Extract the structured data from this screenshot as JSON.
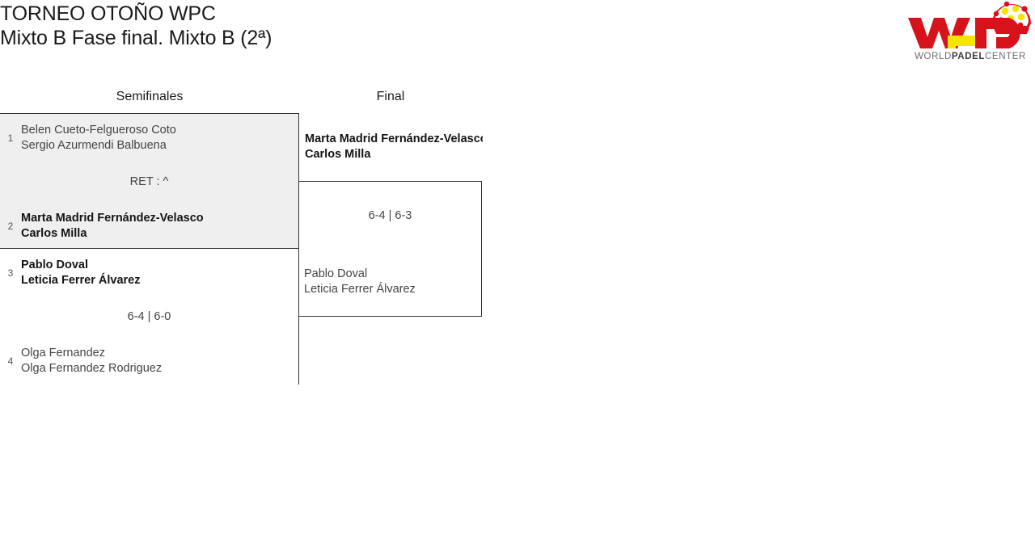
{
  "title": {
    "line1": "TORNEO OTOÑO WPC",
    "line2": "Mixto B Fase final. Mixto B (2ª)"
  },
  "logo": {
    "mark_text": "WPC",
    "wordmark_prefix": "WORLD",
    "wordmark_bold": "PADEL",
    "wordmark_suffix": "CENTER",
    "colors": {
      "red": "#d8121a",
      "yellow": "#f5e500",
      "wordmark_gray": "#6d6d6d",
      "wordmark_dark": "#3d3d3d"
    }
  },
  "rounds": [
    {
      "id": "semifinales",
      "label": "Semifinales"
    },
    {
      "id": "final",
      "label": "Final"
    }
  ],
  "colors": {
    "match_highlight_bg": "#efefef",
    "match_bg": "#ffffff",
    "border": "#333333",
    "winner_text": "#141414",
    "loser_text": "#444444",
    "seed_text": "#555555"
  },
  "matches": {
    "semifinal_1": {
      "score": "RET : ^",
      "teams": [
        {
          "seed": "1",
          "player1": "Belen Cueto-Felgueroso Coto",
          "player2": "Sergio Azurmendi Balbuena",
          "winner": false
        },
        {
          "seed": "2",
          "player1": "Marta Madrid Fernández-Velasco",
          "player2": "Carlos Milla",
          "winner": true
        }
      ]
    },
    "semifinal_2": {
      "score": "6-4 | 6-0",
      "teams": [
        {
          "seed": "3",
          "player1": "Pablo Doval",
          "player2": "Leticia Ferrer Álvarez",
          "winner": true
        },
        {
          "seed": "4",
          "player1": "Olga Fernandez",
          "player2": "Olga Fernandez Rodriguez",
          "winner": false
        }
      ]
    },
    "final": {
      "score": "6-4 | 6-3",
      "teams": [
        {
          "seed": "",
          "player1": "Marta Madrid Fernández-Velasco",
          "player2": "Carlos Milla",
          "winner": true
        },
        {
          "seed": "",
          "player1": "Pablo Doval",
          "player2": "Leticia Ferrer Álvarez",
          "winner": false
        }
      ]
    }
  }
}
